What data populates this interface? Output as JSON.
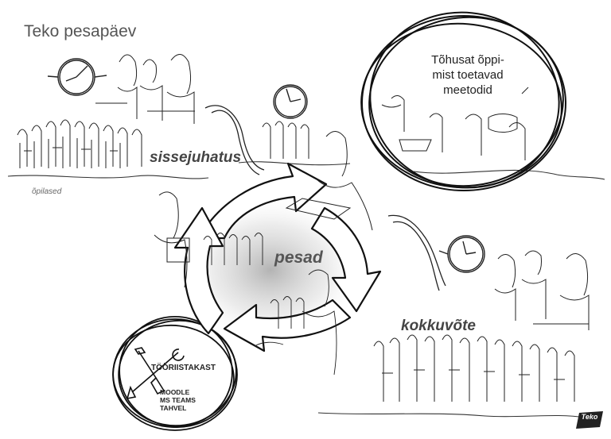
{
  "title": "Teko pesapäev",
  "labels": {
    "intro": "sissejuhatus",
    "students": "õpilased",
    "nests": "pesad",
    "summary": "kokkuvõte"
  },
  "effective_methods": [
    "Tõhusat õppi-",
    "mist toetavad",
    "meetodid"
  ],
  "toolbox": {
    "heading": "TÖÖRIISTAKAST",
    "items": [
      "MOODLE",
      "MS TEAMS",
      "TAHVEL"
    ]
  },
  "logo": "Teko",
  "colors": {
    "ink": "#222222",
    "gray_text": "#555555",
    "shade": "#9a9a9a"
  },
  "icons": [
    "clock-icon",
    "clock-icon",
    "clock-icon",
    "cycle-arrows-icon",
    "tools-icon"
  ]
}
